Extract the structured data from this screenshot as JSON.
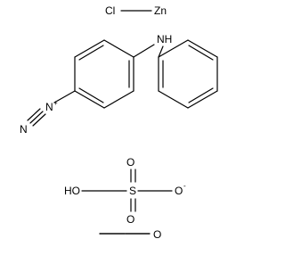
{
  "molecule": {
    "zinc_chloride": {
      "cl": "Cl",
      "zn": "Zn"
    },
    "aryl_diazonium": {
      "nh": "NH",
      "diazo": "N",
      "charge": "+"
    },
    "sulfate": {
      "ho": "HO",
      "s": "S",
      "o_top": "O",
      "o_bottom": "O",
      "o_right": "O",
      "charge": "-"
    },
    "formaldehyde": {
      "o": "O"
    }
  }
}
